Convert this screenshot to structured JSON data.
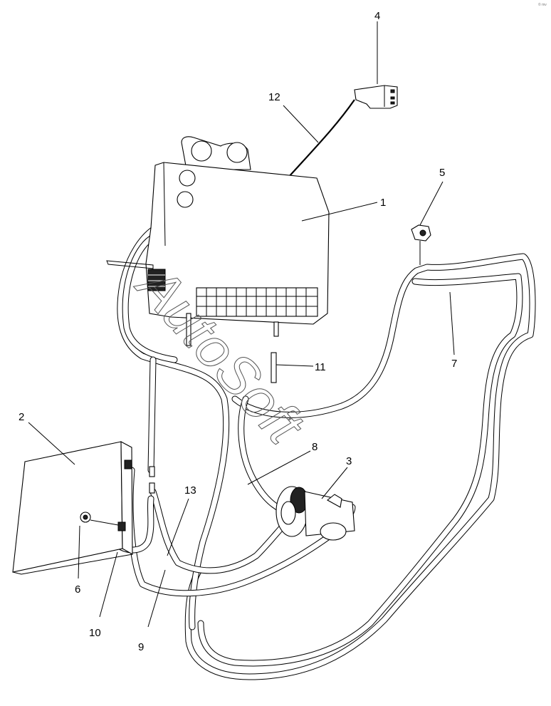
{
  "diagram": {
    "callouts": [
      {
        "id": "1",
        "label": "1"
      },
      {
        "id": "2",
        "label": "2"
      },
      {
        "id": "3",
        "label": "3"
      },
      {
        "id": "4",
        "label": "4"
      },
      {
        "id": "5",
        "label": "5"
      },
      {
        "id": "6",
        "label": "6"
      },
      {
        "id": "7",
        "label": "7"
      },
      {
        "id": "8",
        "label": "8"
      },
      {
        "id": "9",
        "label": "9"
      },
      {
        "id": "10",
        "label": "10"
      },
      {
        "id": "11",
        "label": "11"
      },
      {
        "id": "12",
        "label": "12"
      },
      {
        "id": "13",
        "label": "13"
      }
    ],
    "watermark": "AutoSoft",
    "corner_mark": "© mv"
  }
}
